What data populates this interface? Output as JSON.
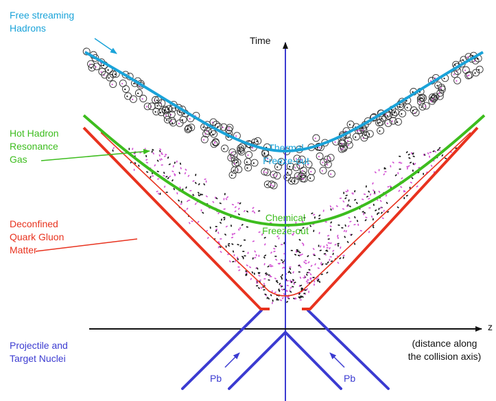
{
  "axes": {
    "time_label": "Time",
    "z_label": "z",
    "z_caption": [
      "(distance along",
      "the collision axis)"
    ]
  },
  "labels": {
    "free_streaming": [
      "Free streaming",
      "Hadrons"
    ],
    "hot_hadron": [
      "Hot Hadron",
      "Resonance",
      "Gas"
    ],
    "deconfined": [
      "Deconfined",
      "Quark Gluon",
      "Matter"
    ],
    "nuclei": [
      "Projectile and",
      "Target Nuclei"
    ],
    "thermal": [
      "Thermal",
      "Freeze-out"
    ],
    "chemical": [
      "Chemical",
      "Freeze-out"
    ],
    "pb_left": "Pb",
    "pb_right": "Pb"
  },
  "colors": {
    "hadrons": "#1aa3d9",
    "hadron_gas": "#3dbd1e",
    "qgp": "#e8321e",
    "nuclei": "#3b3bd1",
    "particles_magenta": "#d24fd2",
    "axis": "#111111"
  }
}
